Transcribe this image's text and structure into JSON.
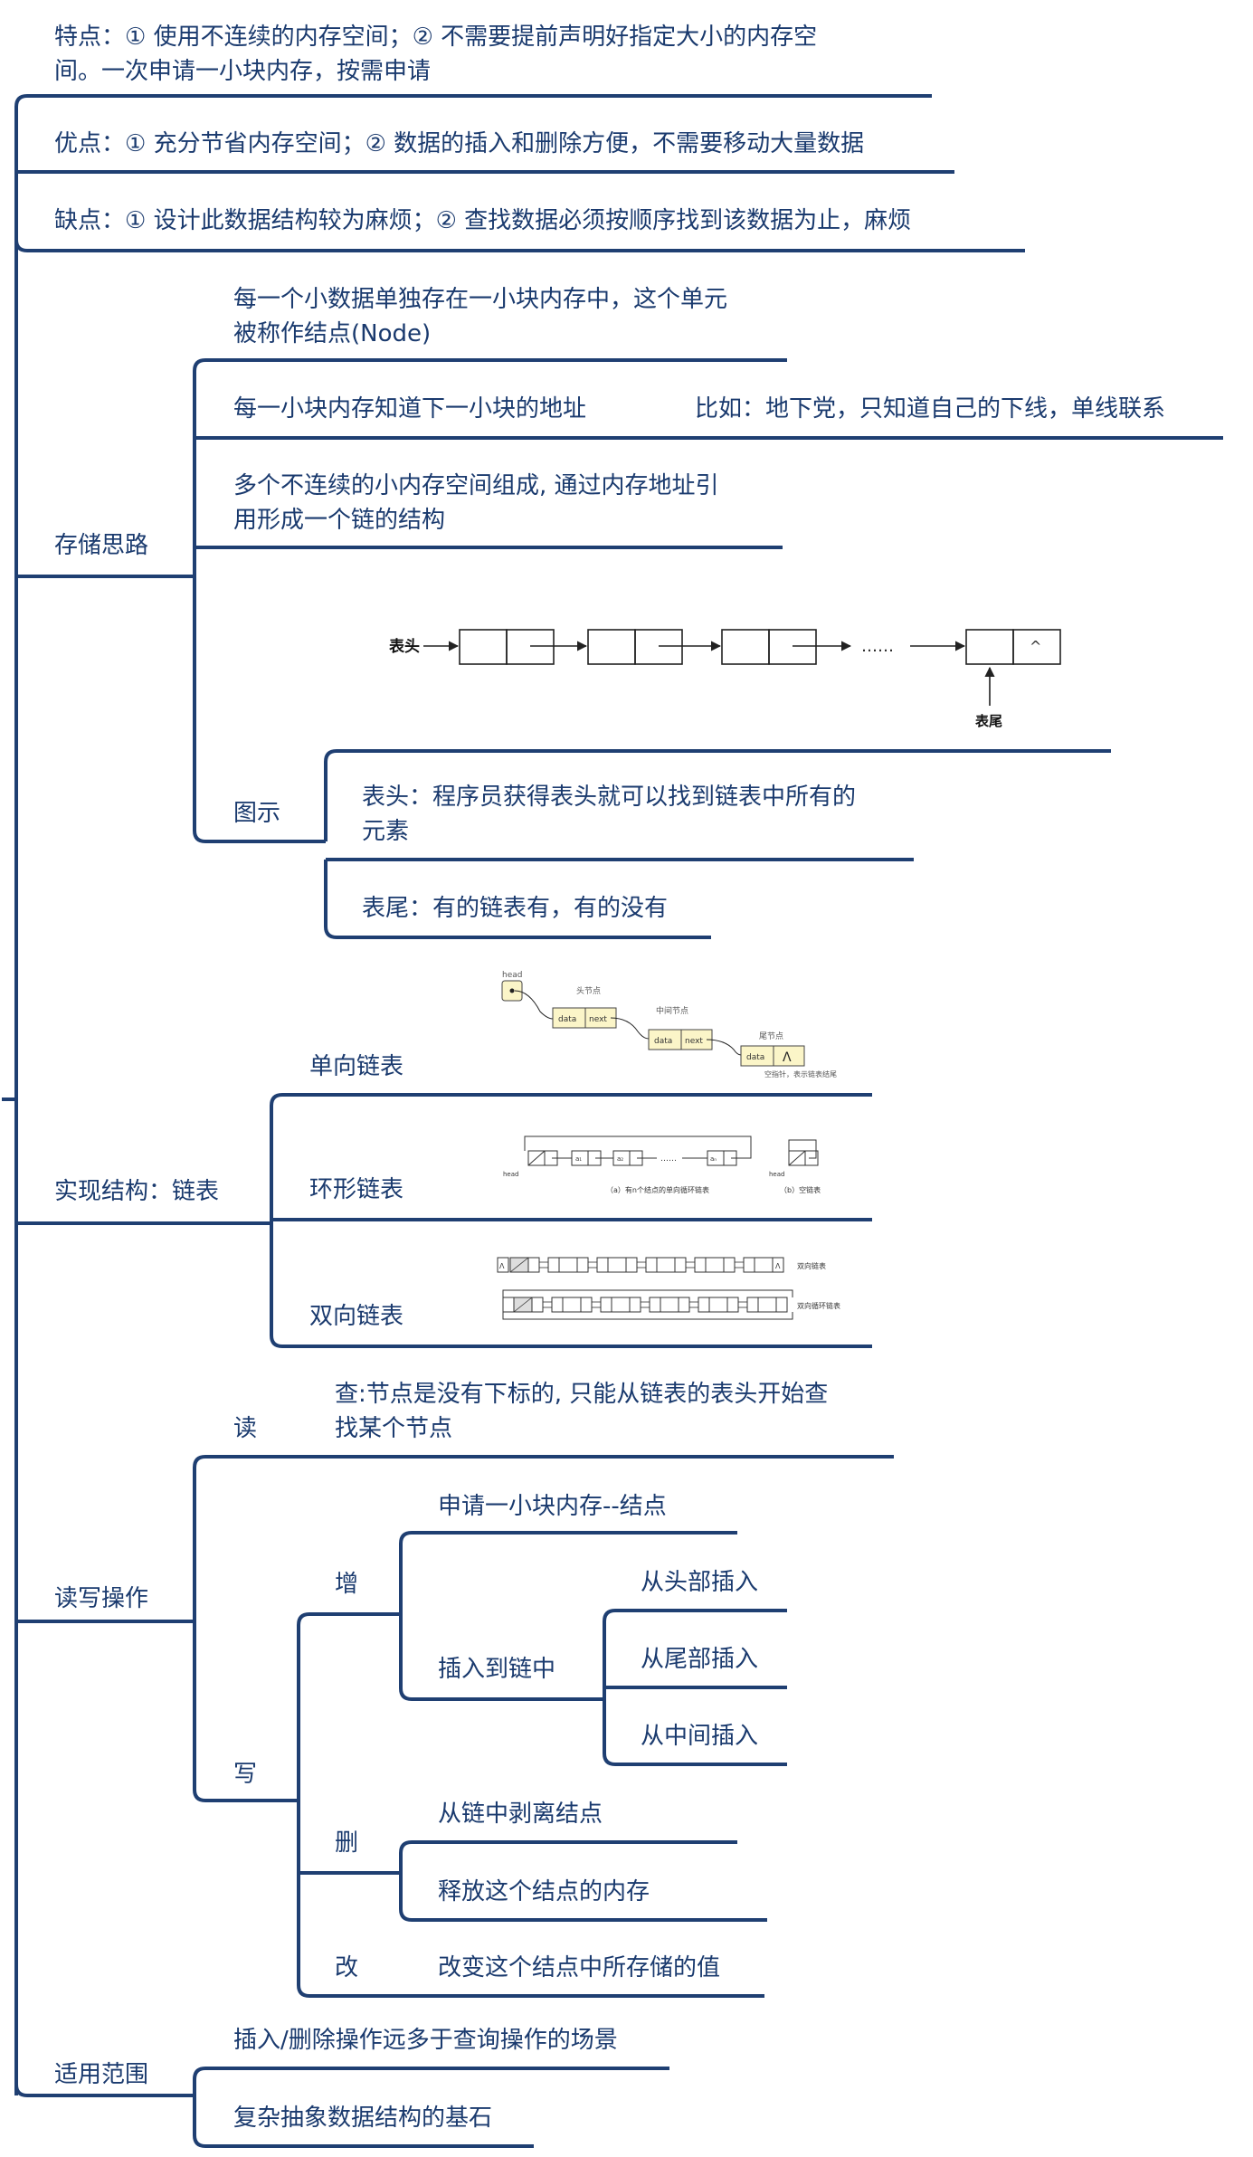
{
  "overview": {
    "features": "特点：① 使用不连续的内存空间；② 不需要提前声明好指定大小的内存空\n间。一次申请一小块内存，按需申请",
    "pros": "优点：① 充分节省内存空间；② 数据的插入和删除方便，不需要移动大量数据",
    "cons": "缺点：① 设计此数据结构较为麻烦；② 查找数据必须按顺序找到该数据为止，麻烦"
  },
  "storage": {
    "label": "存储思路",
    "node_desc": "每一个小数据单独存在一小块内存中，这个单元\n被称作结点(Node)",
    "next_addr": "每一小块内存知道下一小块的地址",
    "example": "比如：地下党，只知道自己的下线，单线联系",
    "chain_desc": "多个不连续的小内存空间组成, 通过内存地址引\n用形成一个链的结构",
    "figure_label": "图示",
    "head_desc": "表头：程序员获得表头就可以找到链表中所有的\n元素",
    "tail_desc": "表尾：有的链表有，有的没有",
    "diagram": {
      "head_label": "表头",
      "tail_label": "表尾",
      "ellipsis": "……",
      "null_mark": "^"
    }
  },
  "impl": {
    "label": "实现结构：链表",
    "singly": "单向链表",
    "circular": "环形链表",
    "doubly": "双向链表",
    "singly_fig": {
      "head": "head",
      "head_node": "头节点",
      "mid_node": "中间节点",
      "tail_node": "尾节点",
      "data": "data",
      "next": "next",
      "null_note": "空指针，表示链表结尾",
      "null_mark": "Λ"
    },
    "circular_fig": {
      "head": "head",
      "caption_a": "（a）有n个结点的单向循环链表",
      "caption_b": "（b）空链表",
      "a1": "a₁",
      "a2": "a₂",
      "an": "aₙ",
      "dots": "……"
    },
    "doubly_fig": {
      "caption_1": "双向链表",
      "caption_2": "双向循环链表",
      "null_mark": "Λ"
    }
  },
  "rw": {
    "label": "读写操作",
    "read": "读",
    "read_desc": "查:节点是没有下标的, 只能从链表的表头开始查\n找某个节点",
    "write": "写",
    "add": "增",
    "alloc": "申请一小块内存--结点",
    "insert": "插入到链中",
    "insert_head": "从头部插入",
    "insert_tail": "从尾部插入",
    "insert_mid": "从中间插入",
    "del": "删",
    "detach": "从链中剥离结点",
    "free": "释放这个结点的内存",
    "mod": "改",
    "change": "改变这个结点中所存储的值"
  },
  "scope": {
    "label": "适用范围",
    "s1": "插入/删除操作远多于查询操作的场景",
    "s2": "复杂抽象数据结构的基石"
  }
}
